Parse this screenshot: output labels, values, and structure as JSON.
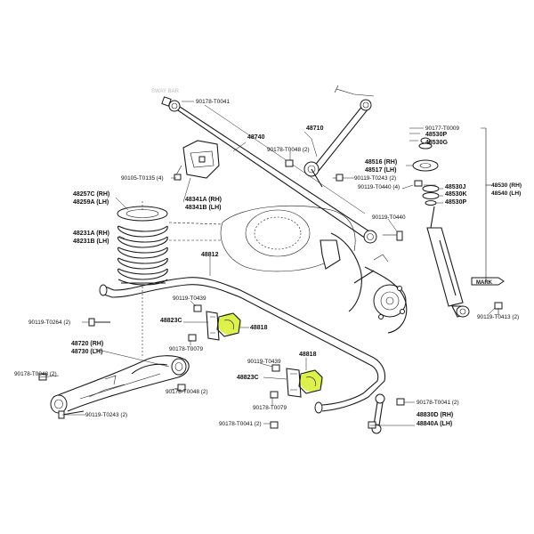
{
  "diagram": {
    "labels": {
      "p90178_T0041_top": "90178-T0041",
      "p48740": "48740",
      "p48710": "48710",
      "p90178_T0048_mid": "90178-T0048 (2)",
      "p90105_T0135": "90105-T0135 (4)",
      "p48257C": "48257C (RH)",
      "p48259A": "48259A (LH)",
      "p48341A": "48341A (RH)",
      "p48341B": "48341B (LH)",
      "p48231A": "48231A (RH)",
      "p48231B": "48231B (LH)",
      "p48812": "48812",
      "p90119_T0439_a": "90119-T0439",
      "p48823C_a": "48823C",
      "p48818_a": "48818",
      "p90178_T0079_a": "90178-T0079",
      "p90119_T0264": "90119-T0264 (2)",
      "p48720": "48720 (RH)",
      "p48730": "48730 (LH)",
      "p90178_T0048_left": "90178-T0048 (2)",
      "p90178_T0048_low": "90178-T0048 (2)",
      "p90119_T0243_low": "90119-T0243 (2)",
      "p90119_T0439_b": "90119-T0439",
      "p48818_b": "48818",
      "p48823C_b": "48823C",
      "p90178_T0079_b": "90178-T0079",
      "p90178_T0041_low": "90178-T0041 (2)",
      "p90178_T0041_right": "90178-T0041 (2)",
      "p48830D": "48830D (RH)",
      "p48840A": "48840A (LH)",
      "p90177_T0009": "90177-T0009",
      "p48530P_a": "48530P",
      "p48530G": "48530G",
      "p48516": "48516 (RH)",
      "p48517": "48517 (LH)",
      "p90119_T0243_right": "90119-T0243 (2)",
      "p90119_T0440_small": "90119-T0440 (4)",
      "p48530J": "48530J",
      "p48530K": "48530K",
      "p48530P_b": "48530P",
      "p48530": "48530 (RH)",
      "p48540": "48540 (LH)",
      "p90119_T0440": "90119-T0440",
      "mark": "MARK",
      "p90119_T0413": "90119-T0413 (2)",
      "watermark_top": "SWAY BAR"
    }
  }
}
